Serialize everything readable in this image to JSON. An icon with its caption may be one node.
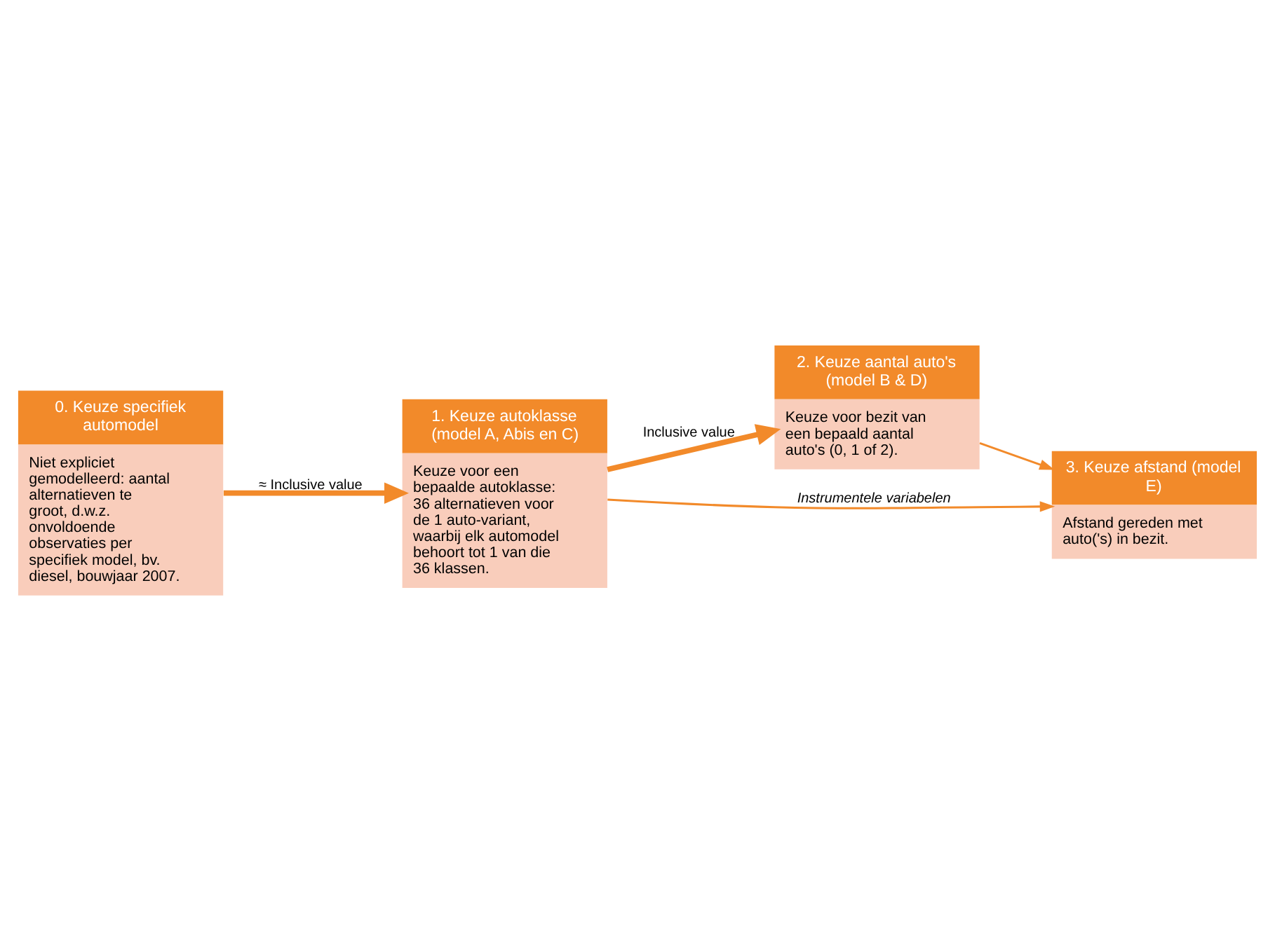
{
  "diagram": {
    "nodes": [
      {
        "text": [
          "0. Keuze specifiek automodel",
          "Niet expliciet gemodelleerd: aantal alternatieven te groot, d.w.z. onvoldoende observaties per specifiek model, bv. diesel, bouwjaar 2007."
        ]
      },
      {
        "text": [
          "1. Keuze autoklasse (model A, Abis en C)",
          "Keuze voor een bepaalde autoklasse: 36 alternatieven voor de 1 auto-variant, waarbij elk automodel behoort tot 1 van die 36 klassen."
        ]
      },
      {
        "text": [
          "2. Keuze aantal auto's (model B & D)",
          "Keuze voor bezit van een bepaald aantal auto's (0, 1 of 2)."
        ]
      },
      {
        "text": [
          "3. Keuze afstand (model E)",
          "Afstand gereden met auto('s) in bezit."
        ]
      }
    ],
    "edges": [
      {
        "from": 0,
        "to": 1,
        "arrow": "to",
        "label": "≈ Inclusive value",
        "style": "thick"
      },
      {
        "from": 1,
        "to": 2,
        "arrow": "to",
        "label": "Inclusive value",
        "style": "thick"
      },
      {
        "from": 2,
        "to": 3,
        "arrow": "to"
      },
      {
        "from": 1,
        "to": 3,
        "arrow": "to",
        "label": "Instrumentele variabelen"
      }
    ]
  }
}
